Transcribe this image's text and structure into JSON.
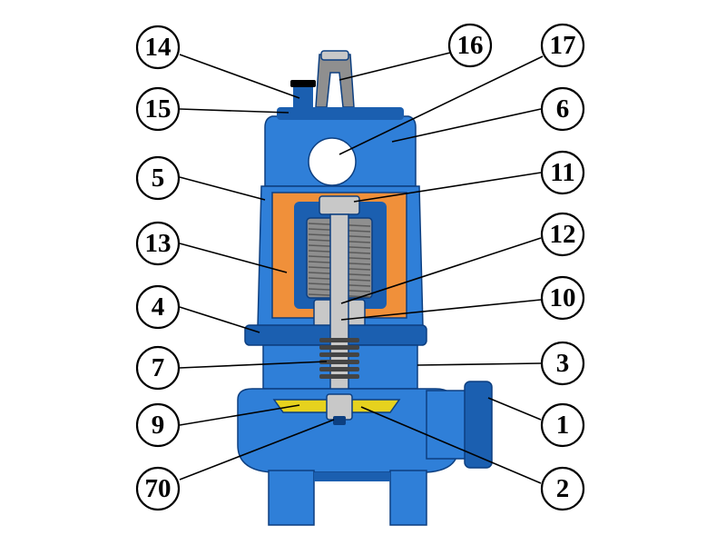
{
  "colors": {
    "casing": "#2f7fd8",
    "casing_dark": "#1b5fb0",
    "casing_outline": "#0d3f80",
    "stator": "#f0903a",
    "rotor": "#8f8f8f",
    "impeller": "#e6d21e",
    "shaft": "#c8c8c8",
    "seal_spring": "#444444",
    "float_ball": "#ffffff"
  },
  "callouts": [
    {
      "id": "c14",
      "label": "14"
    },
    {
      "id": "c15",
      "label": "15"
    },
    {
      "id": "c5",
      "label": "5"
    },
    {
      "id": "c13",
      "label": "13"
    },
    {
      "id": "c4",
      "label": "4"
    },
    {
      "id": "c7",
      "label": "7"
    },
    {
      "id": "c9",
      "label": "9"
    },
    {
      "id": "c70",
      "label": "70"
    },
    {
      "id": "c16",
      "label": "16"
    },
    {
      "id": "c17",
      "label": "17"
    },
    {
      "id": "c6",
      "label": "6"
    },
    {
      "id": "c11",
      "label": "11"
    },
    {
      "id": "c12",
      "label": "12"
    },
    {
      "id": "c10",
      "label": "10"
    },
    {
      "id": "c3",
      "label": "3"
    },
    {
      "id": "c1",
      "label": "1"
    },
    {
      "id": "c2",
      "label": "2"
    }
  ]
}
